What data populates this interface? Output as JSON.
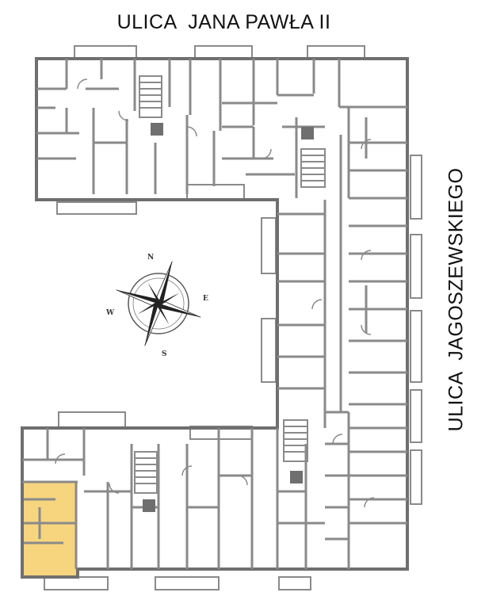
{
  "streets": {
    "top": "ULICA  JANA PAWŁA II",
    "right": "ULICA  JAGOSZEWSKIEGO"
  },
  "compass": {
    "n": "N",
    "e": "E",
    "s": "S",
    "w": "W"
  },
  "colors": {
    "wall": "#8a8a8a",
    "wall_dark": "#6f6f6f",
    "highlight": "#f7d57e",
    "stairs": "#9a9a9a",
    "background": "#ffffff"
  },
  "highlighted_unit": {
    "state": "selected"
  }
}
